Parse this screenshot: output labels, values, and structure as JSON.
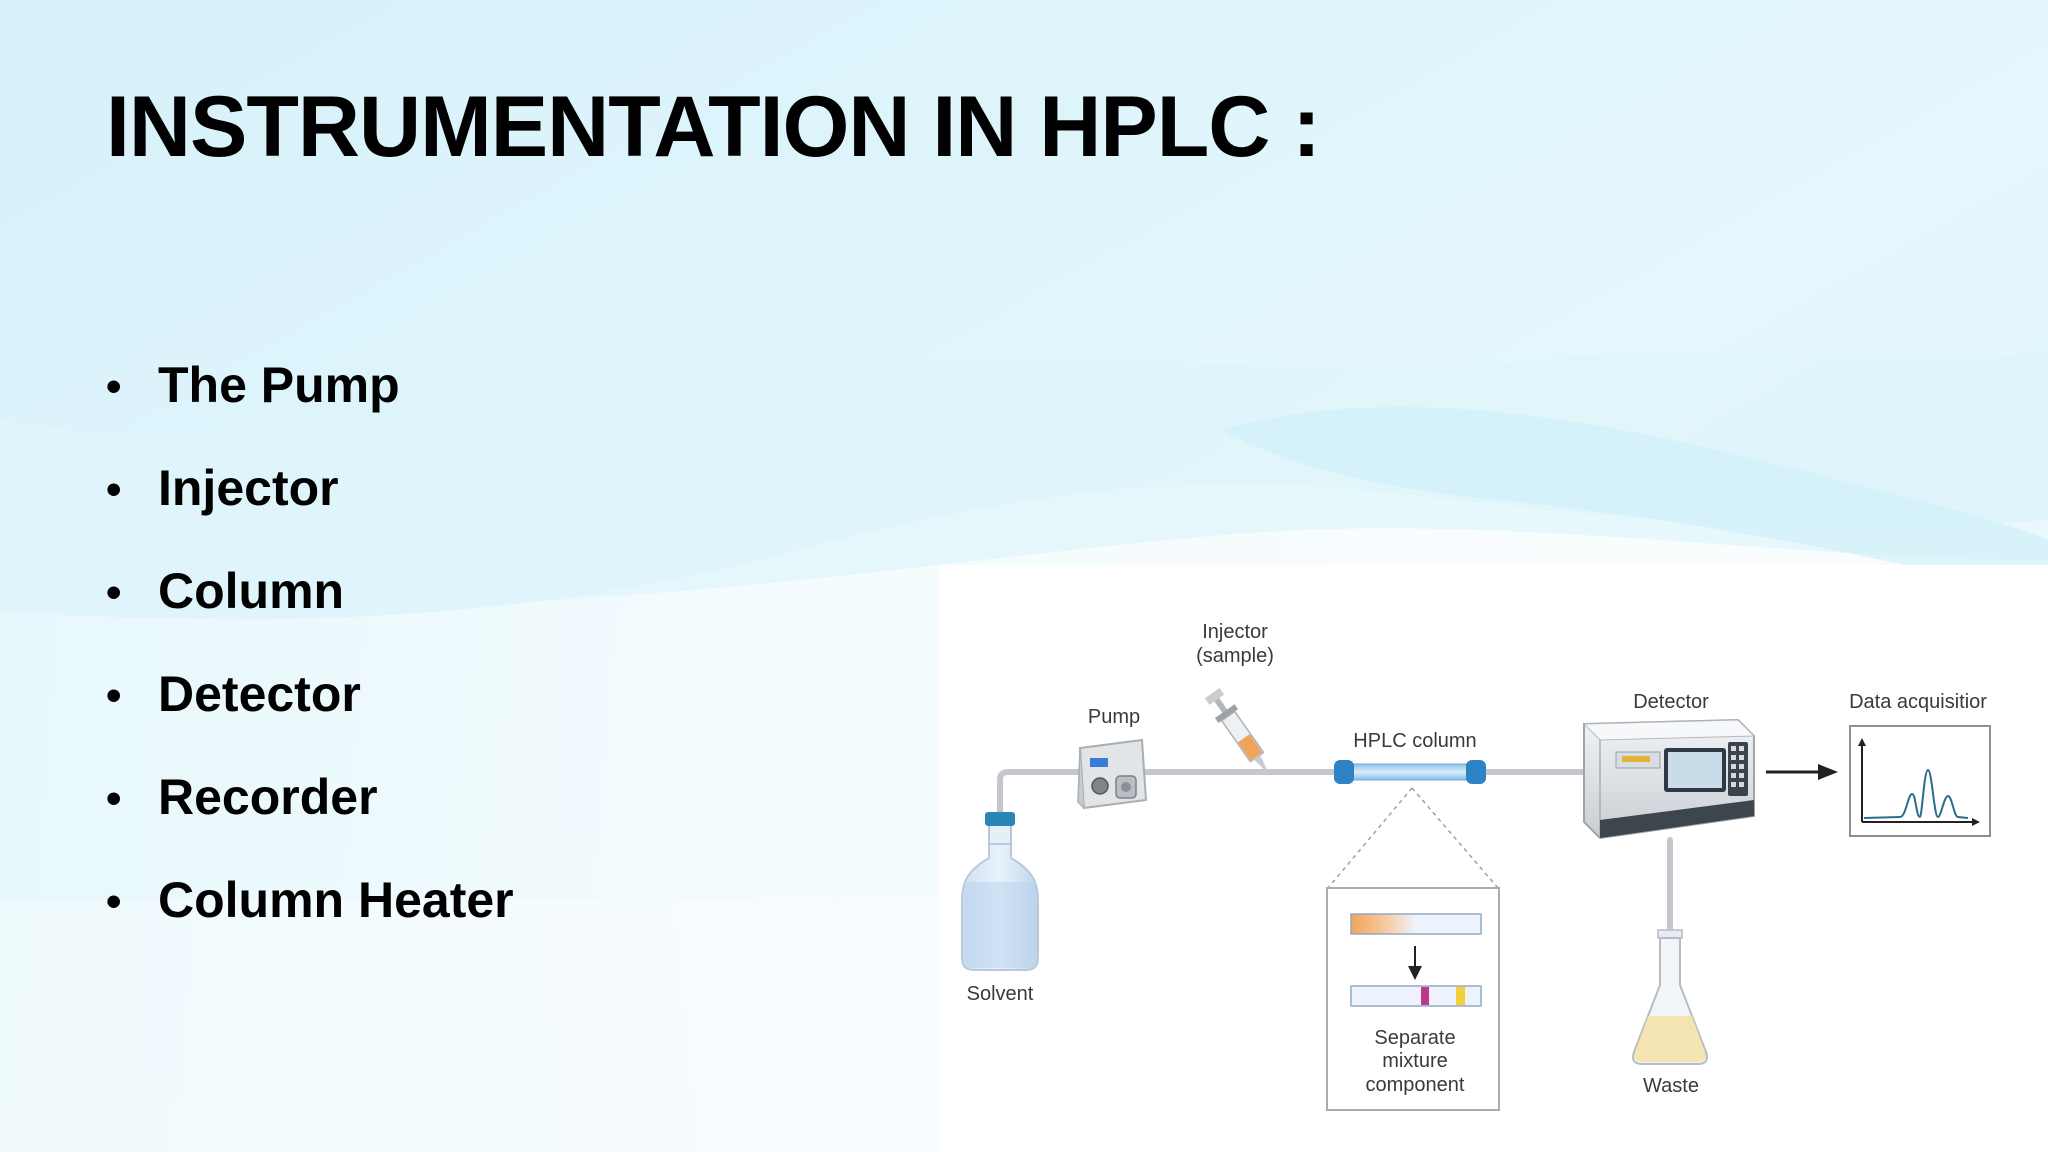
{
  "slide": {
    "title": "INSTRUMENTATION IN HPLC :",
    "bullets": [
      "The Pump",
      "Injector",
      "Column",
      "Detector",
      "Recorder",
      "Column Heater"
    ]
  },
  "diagram": {
    "labels": {
      "injector_line1": "Injector",
      "injector_line2": "(sample)",
      "pump": "Pump",
      "hplc_column": "HPLC column",
      "detector": "Detector",
      "data_acquisition": "Data acquisitior",
      "solvent": "Solvent",
      "separate_line1": "Separate",
      "separate_line2": "mixture",
      "separate_line3": "component",
      "waste": "Waste"
    }
  },
  "colors": {
    "sky_light": "#e3f6fc",
    "sky_mid": "#cdeef8",
    "tube": "#c9cdd1",
    "column_body": "#a9d3ef",
    "column_cap": "#2f82c4",
    "sample_orange": "#f2a35a",
    "band_magenta": "#c0378a",
    "band_yellow": "#f3cf3a",
    "chromatogram": "#2b6c8e"
  }
}
